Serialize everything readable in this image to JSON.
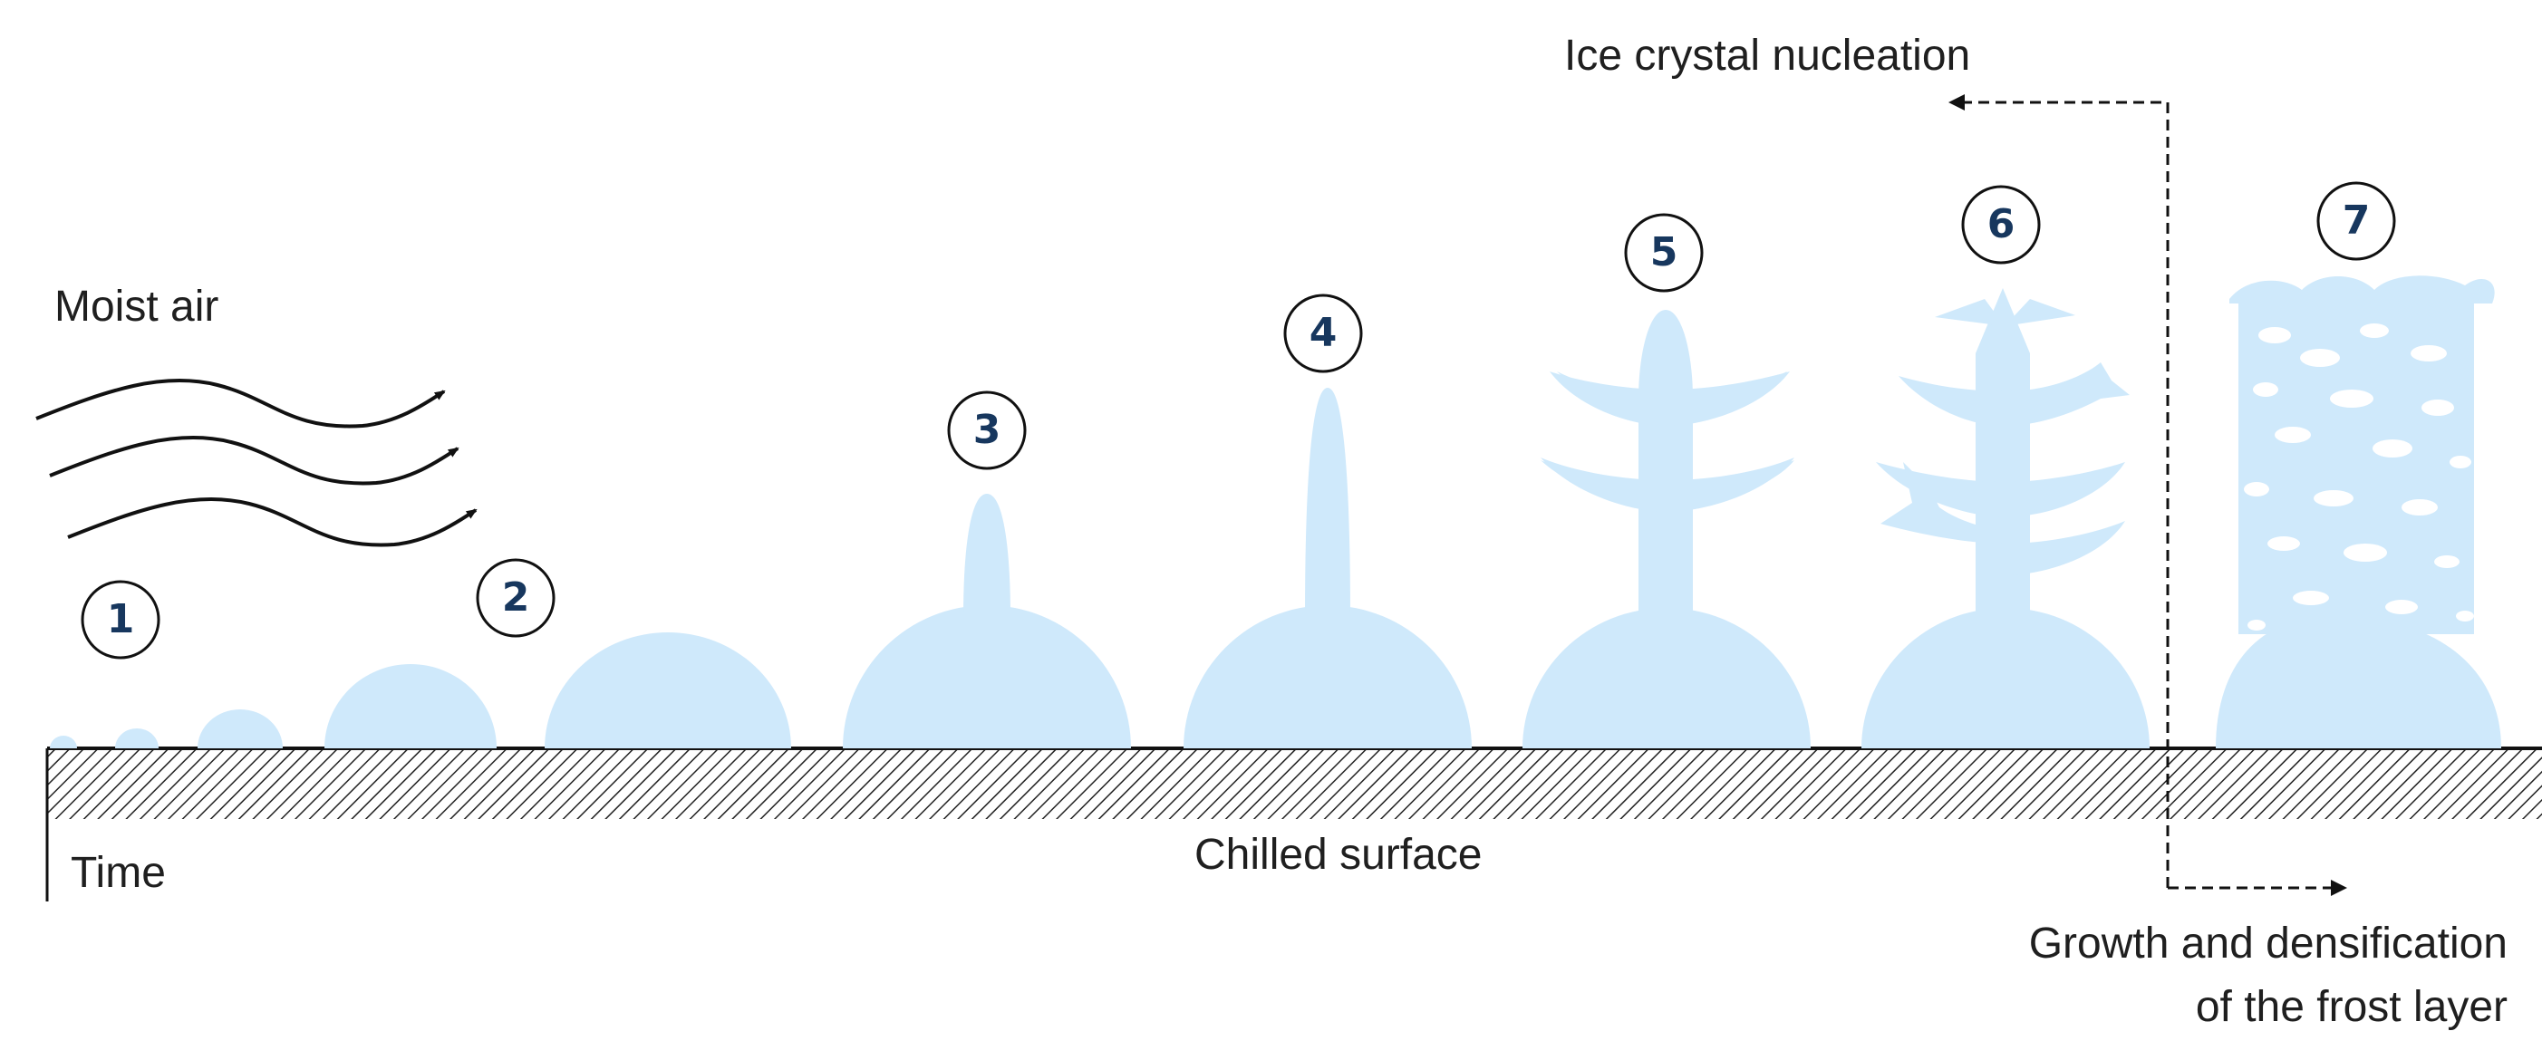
{
  "labels": {
    "moist_air": "Moist air",
    "time": "Time",
    "chilled_surface": "Chilled surface",
    "ice_crystal_nucleation": "Ice crystal nucleation",
    "growth_line1": "Growth and densification",
    "growth_line2": "of the frost layer"
  },
  "stages": [
    "1",
    "2",
    "3",
    "4",
    "5",
    "6",
    "7"
  ],
  "colors": {
    "ice": "#cfe9fb",
    "stage_number": "#17375e",
    "line": "#111111",
    "hatch_bg": "#ffffff"
  }
}
